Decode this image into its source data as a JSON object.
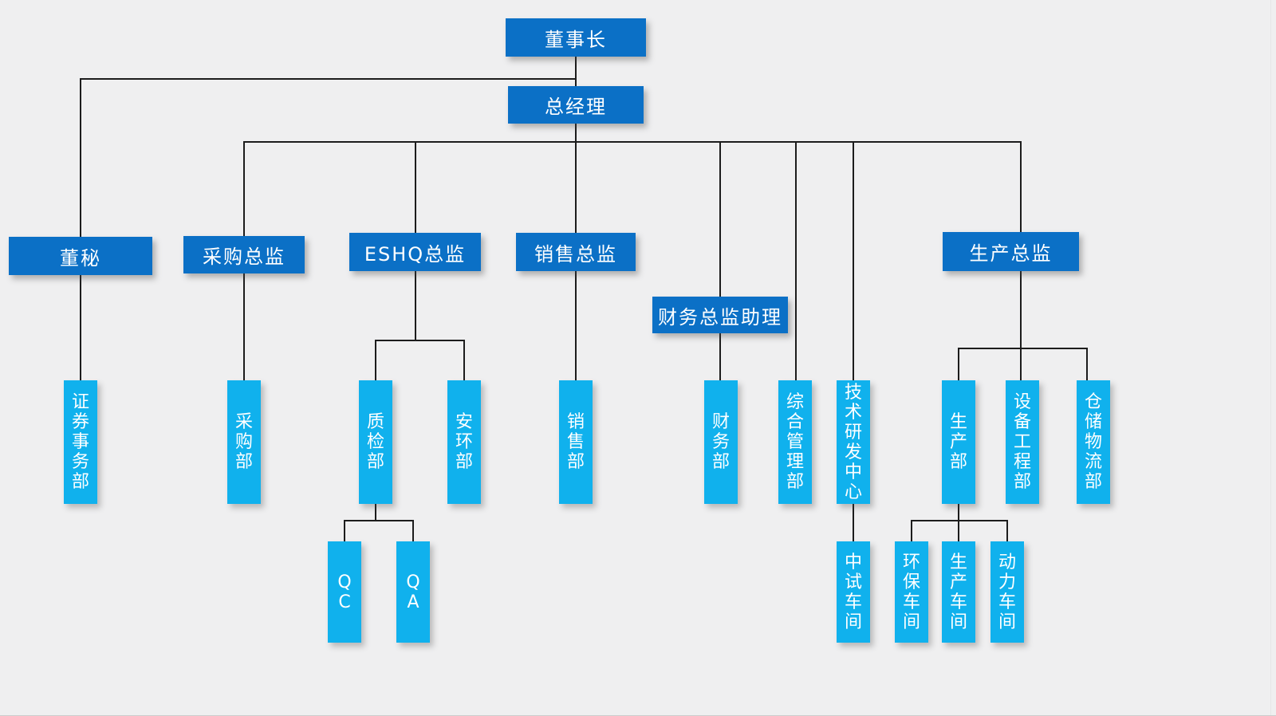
{
  "org": {
    "chairman": {
      "label": "董事长"
    },
    "gm": {
      "label": "总经理"
    },
    "board_secretary": {
      "label": "董秘"
    },
    "securities_dept": {
      "label": "证券事务部"
    },
    "procurement_director": {
      "label": "采购总监"
    },
    "procurement_dept": {
      "label": "采购部"
    },
    "eshq_director": {
      "label": "ESHQ总监"
    },
    "quality_inspection_dept": {
      "label": "质检部"
    },
    "safety_env_dept": {
      "label": "安环部"
    },
    "qc": {
      "label": "QC"
    },
    "qa": {
      "label": "QA"
    },
    "sales_director": {
      "label": "销售总监"
    },
    "sales_dept": {
      "label": "销售部"
    },
    "cfo_assistant": {
      "label": "财务总监助理"
    },
    "finance_dept": {
      "label": "财务部"
    },
    "general_admin_dept": {
      "label": "综合管理部"
    },
    "rd_center": {
      "label": "技术研发中心"
    },
    "pilot_workshop": {
      "label": "中试车间"
    },
    "production_director": {
      "label": "生产总监"
    },
    "production_dept": {
      "label": "生产部"
    },
    "equipment_eng_dept": {
      "label": "设备工程部"
    },
    "warehouse_logistics_dept": {
      "label": "仓储物流部"
    },
    "env_workshop": {
      "label": "环保车间"
    },
    "production_workshop": {
      "label": "生产车间"
    },
    "power_workshop": {
      "label": "动力车间"
    }
  },
  "hierarchy": {
    "董事长": {
      "董秘": {
        "证券事务部": {}
      },
      "总经理": {
        "采购总监": {
          "采购部": {}
        },
        "ESHQ总监": {
          "质检部": {
            "QC": {},
            "QA": {}
          },
          "安环部": {}
        },
        "销售总监": {
          "销售部": {}
        },
        "财务总监助理": {
          "财务部": {}
        },
        "综合管理部": {},
        "技术研发中心": {
          "中试车间": {}
        },
        "生产总监": {
          "生产部": {
            "环保车间": {},
            "生产车间": {},
            "动力车间": {}
          },
          "设备工程部": {},
          "仓储物流部": {}
        }
      }
    }
  },
  "colors": {
    "title_box": "#0b70c6",
    "dept_box": "#10b1ed",
    "connector": "#1c1c1c",
    "background": "#efeff0",
    "text": "#ffffff"
  }
}
